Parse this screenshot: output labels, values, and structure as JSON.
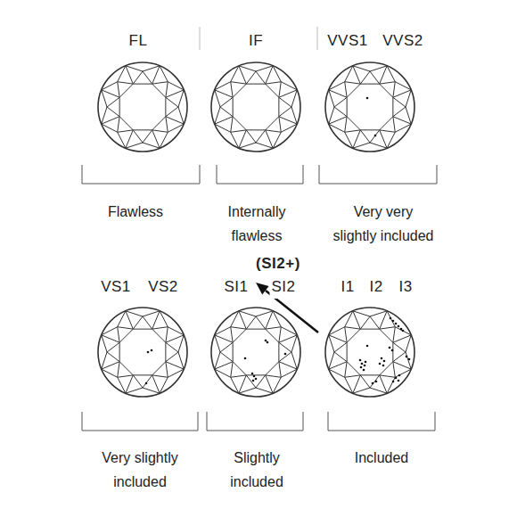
{
  "diagram": {
    "labels": [
      "FL",
      "IF",
      "VVS1",
      "VVS2",
      "Flawless",
      "Internally flawless",
      "Very very slightly included",
      "(SI2+)",
      "VS1",
      "VS2",
      "SI1",
      "SI2",
      "I1",
      "I2",
      "I3",
      "Very slightly included",
      "Slightly included",
      "Included"
    ]
  }
}
